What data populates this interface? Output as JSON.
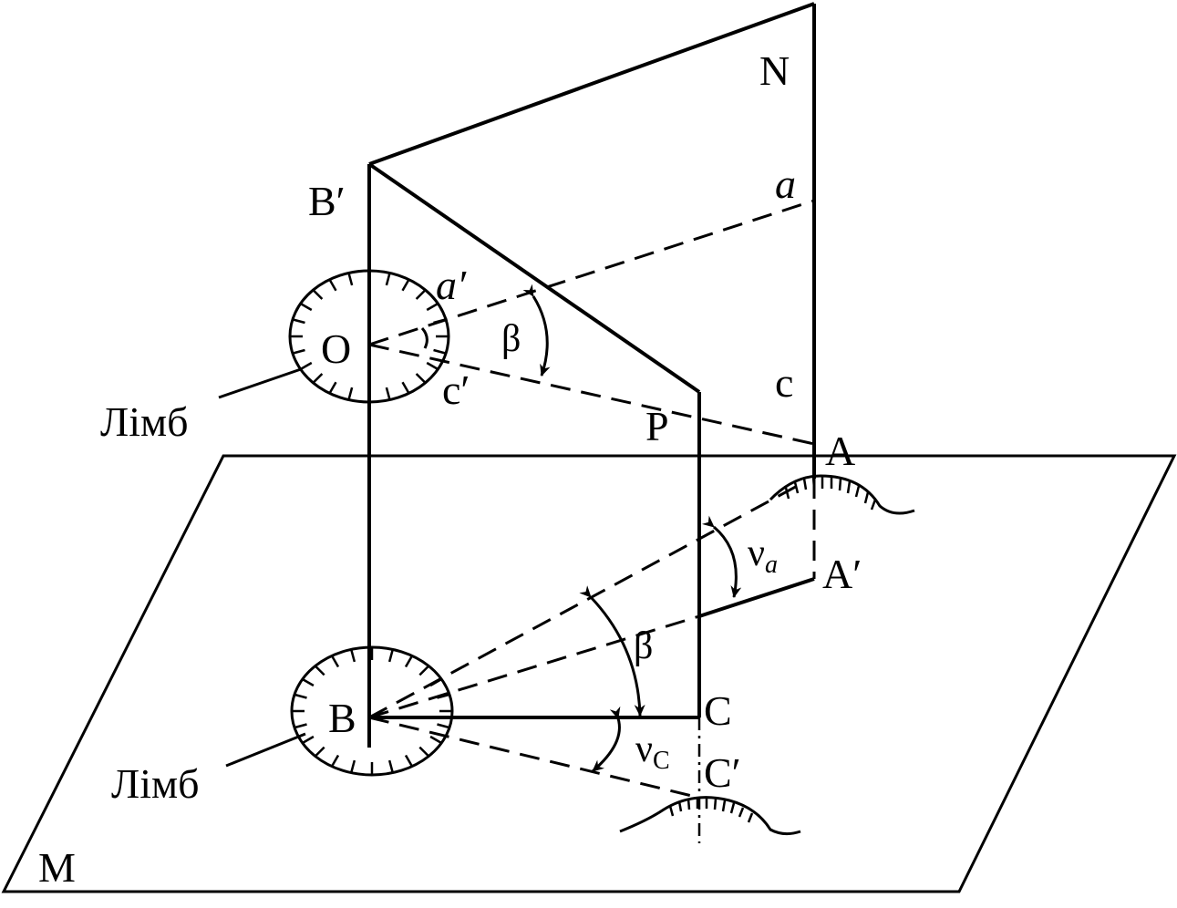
{
  "labels": {
    "N": "N",
    "B_prime": "B′",
    "a": "a",
    "a_prime": "a′",
    "O": "O",
    "beta_top": "β",
    "c_prime": "c′",
    "c": "c",
    "P": "P",
    "A": "A",
    "A_prime": "A′",
    "nu": "ν",
    "nu_a_sub": "a",
    "beta_bottom": "β",
    "B": "B",
    "C": "C",
    "C_prime": "C′",
    "nu_c_sub": "C",
    "M": "M",
    "limb_top": "Лімб",
    "limb_bottom": "Лімб"
  }
}
